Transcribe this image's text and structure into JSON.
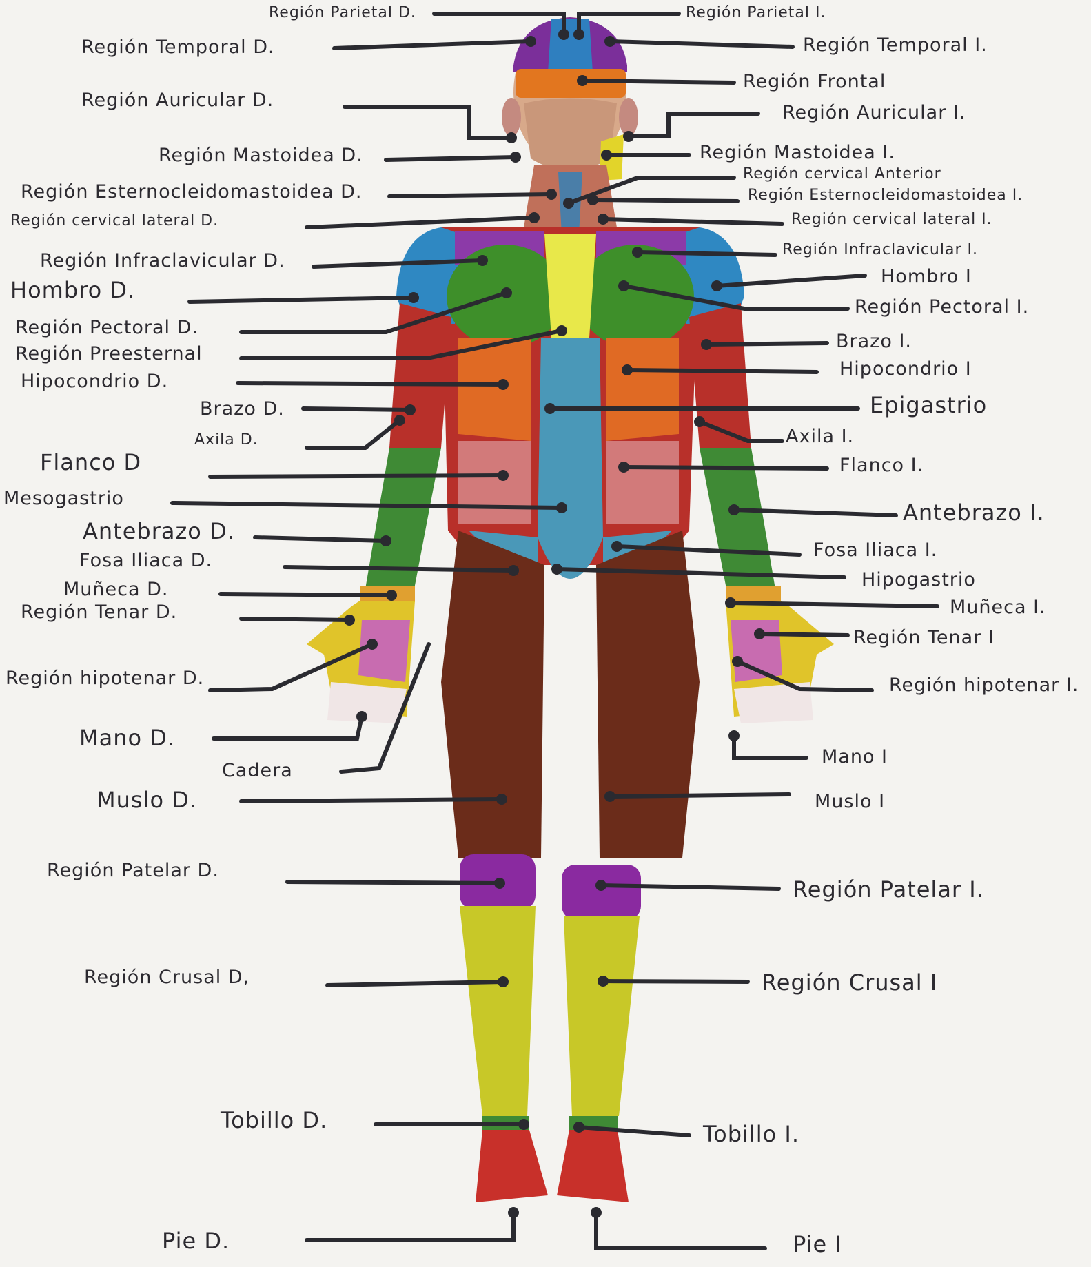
{
  "labels_left": [
    {
      "id": "parietal-d",
      "text": "Región Parietal D."
    },
    {
      "id": "temporal-d",
      "text": "Región Temporal D."
    },
    {
      "id": "auricular-d",
      "text": "Región Auricular D."
    },
    {
      "id": "mastoidea-d",
      "text": "Región Mastoidea D."
    },
    {
      "id": "esterno-d",
      "text": "Región Esternocleidomastoidea D."
    },
    {
      "id": "cervical-lateral-d",
      "text": "Región cervical lateral D."
    },
    {
      "id": "infraclavicular-d",
      "text": "Región Infraclavicular D."
    },
    {
      "id": "hombro-d",
      "text": "Hombro D."
    },
    {
      "id": "pectoral-d",
      "text": "Región Pectoral D."
    },
    {
      "id": "preesternal",
      "text": "Región Preesternal"
    },
    {
      "id": "hipocondrio-d",
      "text": "Hipocondrio D."
    },
    {
      "id": "brazo-d",
      "text": "Brazo D."
    },
    {
      "id": "axila-d",
      "text": "Axila D."
    },
    {
      "id": "flanco-d",
      "text": "Flanco D"
    },
    {
      "id": "mesogastrio",
      "text": "Mesogastrio"
    },
    {
      "id": "antebrazo-d",
      "text": "Antebrazo D."
    },
    {
      "id": "fosa-iliaca-d",
      "text": "Fosa Iliaca D."
    },
    {
      "id": "muneca-d",
      "text": "Muñeca D."
    },
    {
      "id": "tenar-d",
      "text": "Región Tenar D."
    },
    {
      "id": "hipotenar-d",
      "text": "Región hipotenar D."
    },
    {
      "id": "mano-d",
      "text": "Mano D."
    },
    {
      "id": "cadera",
      "text": "Cadera"
    },
    {
      "id": "muslo-d",
      "text": "Muslo D."
    },
    {
      "id": "patelar-d",
      "text": "Región Patelar D."
    },
    {
      "id": "crusal-d",
      "text": "Región Crusal D,"
    },
    {
      "id": "tobillo-d",
      "text": "Tobillo D."
    },
    {
      "id": "pie-d",
      "text": "Pie D."
    }
  ],
  "labels_right": [
    {
      "id": "parietal-i",
      "text": "Región Parietal I."
    },
    {
      "id": "temporal-i",
      "text": "Región Temporal I."
    },
    {
      "id": "frontal",
      "text": "Región Frontal"
    },
    {
      "id": "auricular-i",
      "text": "Región Auricular I."
    },
    {
      "id": "mastoidea-i",
      "text": "Región Mastoidea I."
    },
    {
      "id": "cervical-anterior",
      "text": "Región cervical Anterior"
    },
    {
      "id": "esterno-i",
      "text": "Región Esternocleidomastoidea I."
    },
    {
      "id": "cervical-lateral-i",
      "text": "Región cervical lateral I."
    },
    {
      "id": "infraclavicular-i",
      "text": "Región Infraclavicular I."
    },
    {
      "id": "hombro-i",
      "text": "Hombro I"
    },
    {
      "id": "pectoral-i",
      "text": "Región Pectoral I."
    },
    {
      "id": "brazo-i",
      "text": "Brazo I."
    },
    {
      "id": "hipocondrio-i",
      "text": "Hipocondrio I"
    },
    {
      "id": "epigastrio",
      "text": "Epigastrio"
    },
    {
      "id": "axila-i",
      "text": "Axila I."
    },
    {
      "id": "flanco-i",
      "text": "Flanco I."
    },
    {
      "id": "antebrazo-i",
      "text": "Antebrazo I."
    },
    {
      "id": "fosa-iliaca-i",
      "text": "Fosa Iliaca I."
    },
    {
      "id": "hipogastrio",
      "text": "Hipogastrio"
    },
    {
      "id": "muneca-i",
      "text": "Muñeca I."
    },
    {
      "id": "tenar-i",
      "text": "Región Tenar I"
    },
    {
      "id": "hipotenar-i",
      "text": "Región hipotenar I."
    },
    {
      "id": "mano-i",
      "text": "Mano I"
    },
    {
      "id": "muslo-i",
      "text": "Muslo I"
    },
    {
      "id": "patelar-i",
      "text": "Región Patelar I."
    },
    {
      "id": "crusal-i",
      "text": "Región Crusal I"
    },
    {
      "id": "tobillo-i",
      "text": "Tobillo I."
    },
    {
      "id": "pie-i",
      "text": "Pie I"
    }
  ],
  "region_colors": {
    "skin": "#d8a98a",
    "head_purple": "#7b2f9a",
    "head_blue": "#2f7fbf",
    "forehead_orange": "#e2761f",
    "neck_yellow": "#e2d42a",
    "shoulder_blue": "#2f88c2",
    "infraclavicular_purple": "#8c3aa8",
    "pectoral_green": "#3e8f2a",
    "preesternal_yellow": "#e8e84a",
    "torso_red": "#b8302a",
    "hypochondrium_orange": "#e06a24",
    "epigastrium_blue": "#4a98b8",
    "flank_pink": "#d27a7a",
    "forearm_green": "#3f8a35",
    "hand_yellow": "#e0c42a",
    "hand_pink": "#c86cb0",
    "thigh_brown": "#6b2c1a",
    "knee_purple": "#8a2aa0",
    "leg_yellow": "#c8c828",
    "foot_red": "#c8302a",
    "leader_line": "#2a2a30"
  }
}
